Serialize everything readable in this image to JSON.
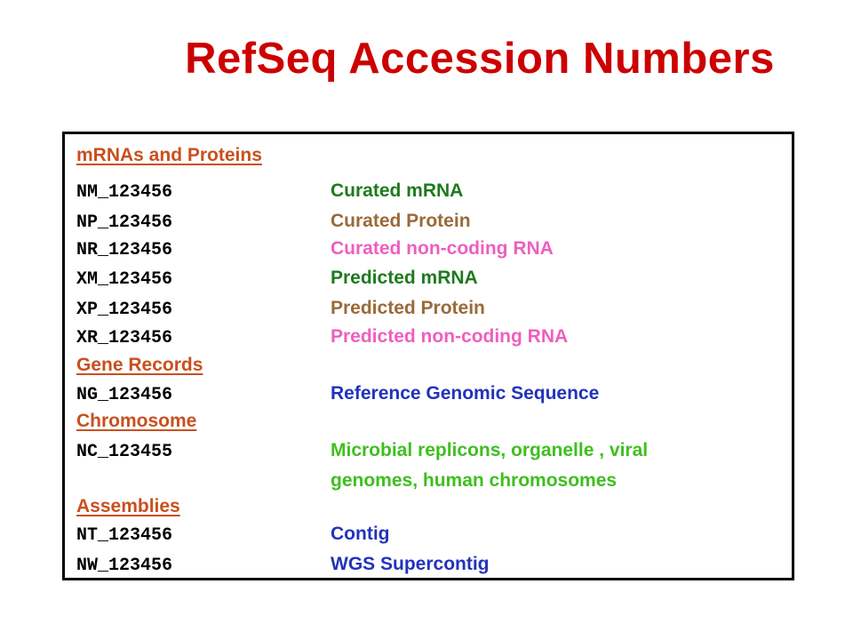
{
  "title": "RefSeq Accession Numbers",
  "colors": {
    "title": "#cc0000",
    "section": "#c8501e",
    "mrna": "#1e7a1e",
    "protein": "#9a6a3a",
    "ncrna": "#ee5fbf",
    "reference": "#2233bb",
    "chromosome": "#3fbf1f",
    "assembly": "#2233bb"
  },
  "sections": {
    "mrnas": "mRNAs and Proteins",
    "gene": "Gene Records",
    "chromosome": "Chromosome",
    "assemblies": "Assemblies"
  },
  "entries": {
    "nm": {
      "code": "NM_123456",
      "desc": "Curated mRNA"
    },
    "np": {
      "code": "NP_123456",
      "desc": "Curated Protein"
    },
    "nr": {
      "code": "NR_123456",
      "desc": "Curated non-coding RNA"
    },
    "xm": {
      "code": "XM_123456",
      "desc": "Predicted mRNA"
    },
    "xp": {
      "code": "XP_123456",
      "desc": "Predicted Protein"
    },
    "xr": {
      "code": "XR_123456",
      "desc": "Predicted non-coding RNA"
    },
    "ng": {
      "code": "NG_123456",
      "desc": "Reference Genomic Sequence"
    },
    "nc": {
      "code": "NC_123455",
      "desc": "Microbial replicons, organelle , viral",
      "desc2": "genomes, human chromosomes"
    },
    "nt": {
      "code": "NT_123456",
      "desc": "Contig"
    },
    "nw": {
      "code": "NW_123456",
      "desc": "WGS Supercontig"
    }
  }
}
